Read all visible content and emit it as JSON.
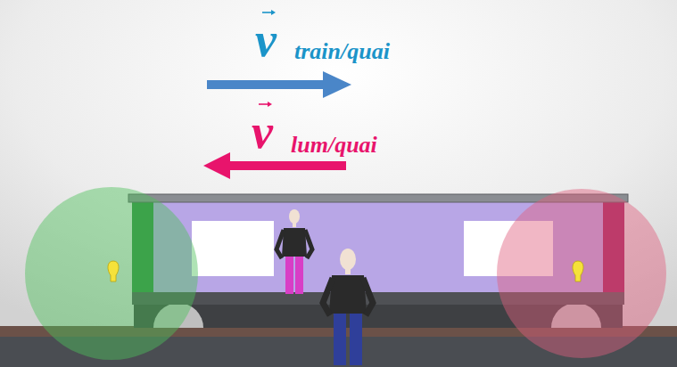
{
  "diagram": {
    "labels": [
      "v",
      "train/quai",
      "v",
      "lum/quai"
    ]
  }
}
